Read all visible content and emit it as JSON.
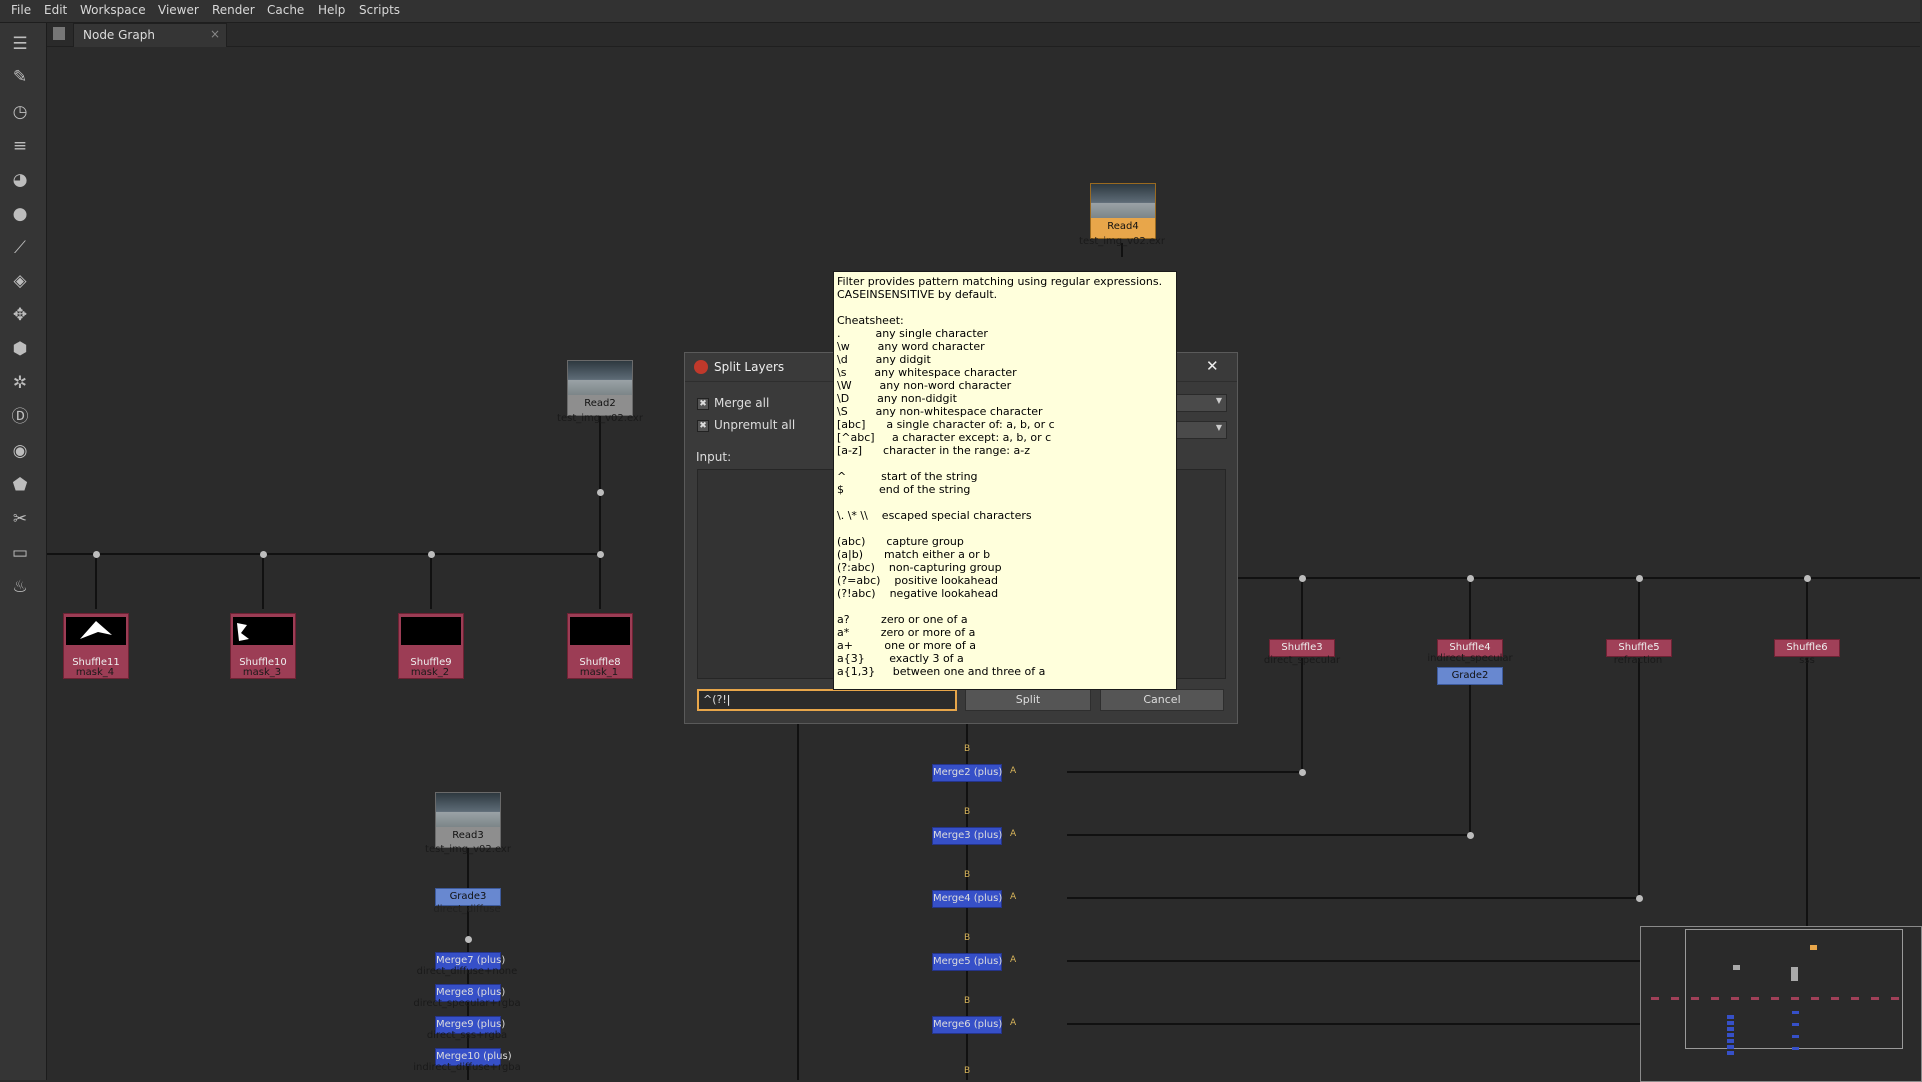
{
  "menu": {
    "items": [
      "File",
      "Edit",
      "Workspace",
      "Viewer",
      "Render",
      "Cache",
      "Help",
      "Scripts"
    ]
  },
  "toolbar": {
    "icons": [
      "dock-icon",
      "pen-icon",
      "clock-icon",
      "layers-list-icon",
      "color-icon",
      "circle-icon",
      "curve-icon",
      "stack-icon",
      "transform-icon",
      "cube-icon",
      "particles-icon",
      "d-icon",
      "eye-icon",
      "tag-icon",
      "tools-icon",
      "drawer-icon",
      "fire-icon"
    ]
  },
  "tab": {
    "label": "Node Graph",
    "close": "×"
  },
  "nodes": {
    "read4": {
      "label": "Read4",
      "sub": "test_img_v02.exr"
    },
    "read2": {
      "label": "Read2",
      "sub": "test_img_v02.exr"
    },
    "read3": {
      "label": "Read3",
      "sub": "test_img_v02.exr"
    },
    "shuffle11": {
      "label": "Shuffle11",
      "sub": "mask_4"
    },
    "shuffle10": {
      "label": "Shuffle10",
      "sub": "mask_3"
    },
    "shuffle9": {
      "label": "Shuffle9",
      "sub": "mask_2"
    },
    "shuffle8": {
      "label": "Shuffle8",
      "sub": "mask_1"
    },
    "shuffle3": {
      "label": "Shuffle3",
      "sub": "direct_specular"
    },
    "shuffle4": {
      "label": "Shuffle4",
      "sub": "indirect_specular"
    },
    "shuffle5": {
      "label": "Shuffle5",
      "sub": "refraction"
    },
    "shuffle6": {
      "label": "Shuffle6",
      "sub": "sss"
    },
    "grade2": {
      "label": "Grade2"
    },
    "grade3": {
      "label": "Grade3",
      "sub": "direct_diffuse"
    },
    "merge2": {
      "label": "Merge2 (plus)"
    },
    "merge3": {
      "label": "Merge3 (plus)"
    },
    "merge4": {
      "label": "Merge4 (plus)"
    },
    "merge5": {
      "label": "Merge5 (plus)"
    },
    "merge6": {
      "label": "Merge6 (plus)"
    },
    "merge7": {
      "label": "Merge7 (plus)",
      "sub": "direct_diffuse+none"
    },
    "merge8": {
      "label": "Merge8 (plus)",
      "sub": "direct_specular+rgba"
    },
    "merge9": {
      "label": "Merge9 (plus)",
      "sub": "direct_sss+rgba"
    },
    "merge10": {
      "label": "Merge10 (plus)",
      "sub": "indirect_diffuse+rgba"
    },
    "input_a": "A",
    "input_b": "B"
  },
  "dialog": {
    "title": "Split Layers",
    "close": "✕",
    "merge_all": "Merge all",
    "unpremult_all": "Unpremult all",
    "input_label": "Input:",
    "filter_value": "^(?!",
    "split_button": "Split",
    "cancel_button": "Cancel"
  },
  "tooltip": {
    "lines": [
      "Filter provides pattern matching using regular expressions.",
      "CASEINSENSITIVE by default.",
      "",
      "Cheatsheet:",
      ".          any single character",
      "\\w        any word character",
      "\\d        any didgit",
      "\\s        any whitespace character",
      "\\W        any non-word character",
      "\\D        any non-didgit",
      "\\S        any non-whitespace character",
      "[abc]      a single character of: a, b, or c",
      "[^abc]     a character except: a, b, or c",
      "[a-z]      character in the range: a-z",
      "",
      "^          start of the string",
      "$          end of the string",
      "",
      "\\. \\* \\\\    escaped special characters",
      "",
      "(abc)      capture group",
      "(a|b)      match either a or b",
      "(?:abc)    non-capturing group",
      "(?=abc)    positive lookahead",
      "(?!abc)    negative lookahead",
      "",
      "a?         zero or one of a",
      "a*         zero or more of a",
      "a+         one or more of a",
      "a{3}       exactly 3 of a",
      "a{1,3}     between one and three of a"
    ]
  }
}
